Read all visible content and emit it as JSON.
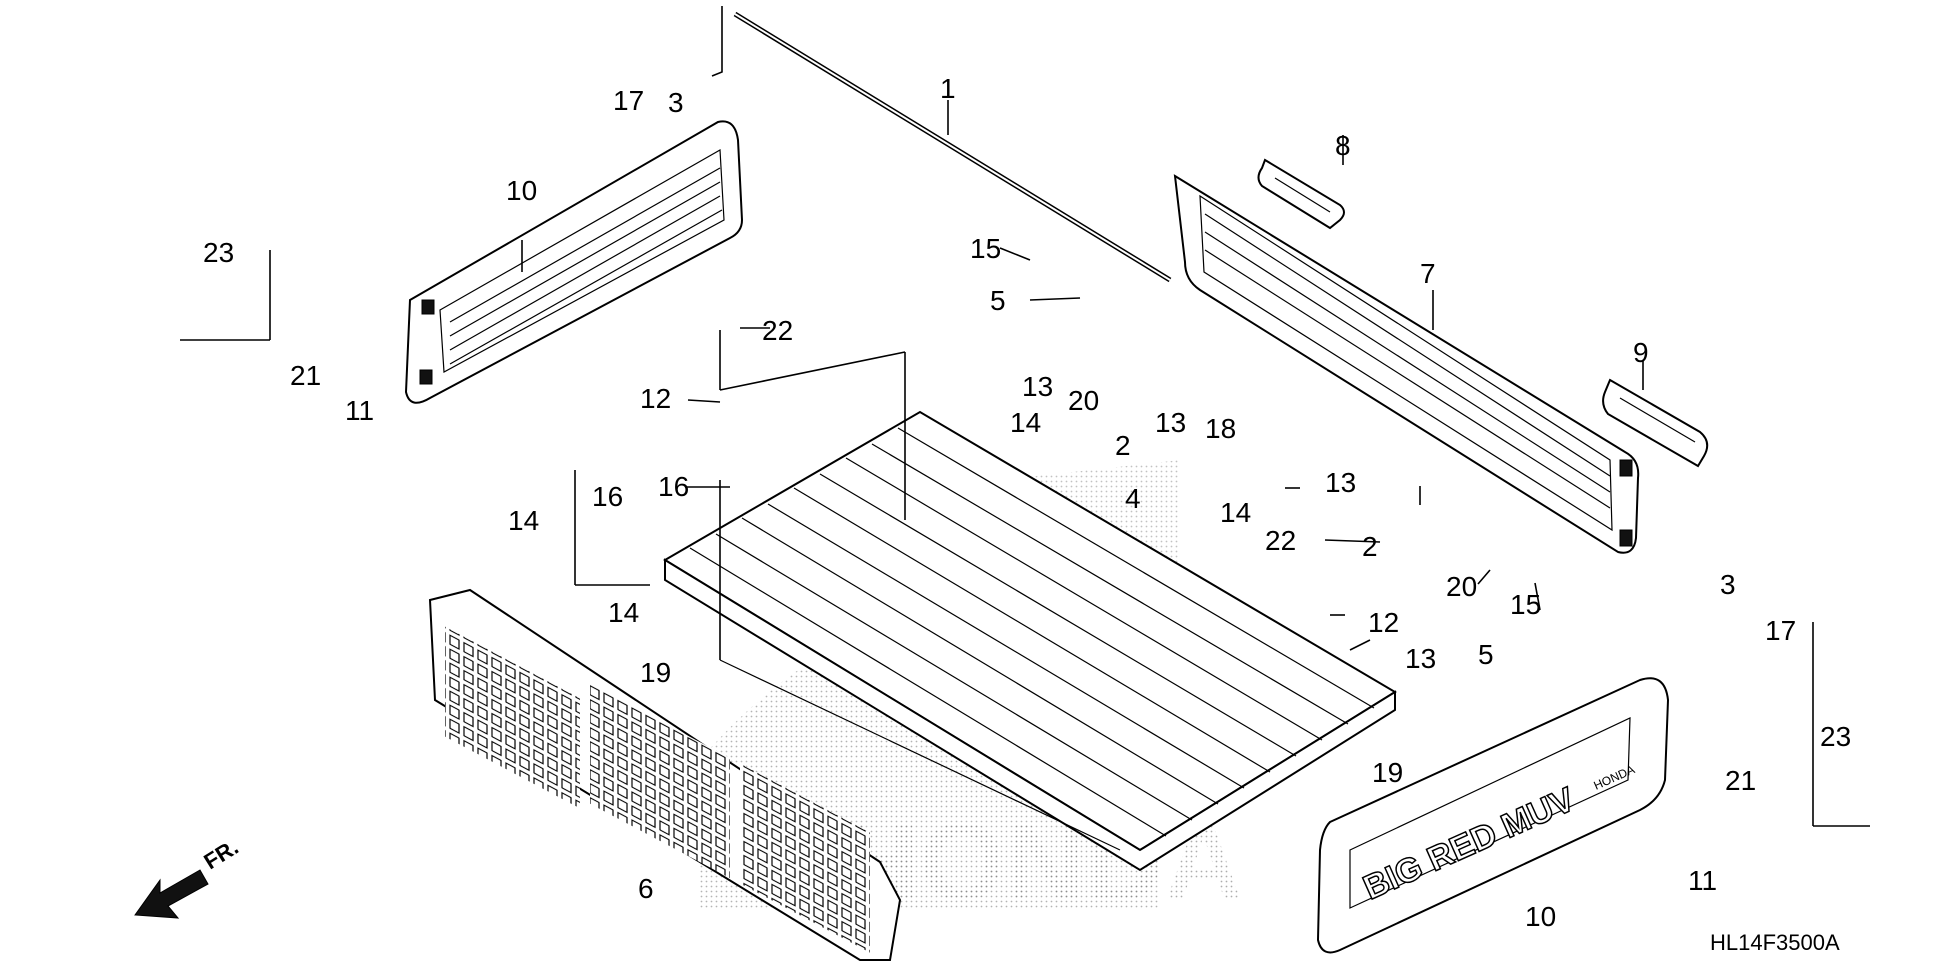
{
  "diagram": {
    "code": "HL14F3500A",
    "direction_label": "FR.",
    "watermark": "HONDA",
    "tailgate_emblem": "BIG RED MUV",
    "tailgate_brand": "HONDA",
    "callouts": {
      "c1": "1",
      "c2a": "2",
      "c2b": "2",
      "c3a": "3",
      "c3b": "3",
      "c4": "4",
      "c5a": "5",
      "c5b": "5",
      "c6": "6",
      "c7": "7",
      "c8": "8",
      "c9": "9",
      "c10a": "10",
      "c10b": "10",
      "c11a": "11",
      "c11b": "11",
      "c12a": "12",
      "c12b": "12",
      "c13a": "13",
      "c13b": "13",
      "c13c": "13",
      "c13d": "13",
      "c14a": "14",
      "c14b": "14",
      "c14c": "14",
      "c14d": "14",
      "c15a": "15",
      "c15b": "15",
      "c16": "16",
      "c17a": "17",
      "c17b": "17",
      "c18": "18",
      "c19a": "19",
      "c19b": "19",
      "c20a": "20",
      "c20b": "20",
      "c21a": "21",
      "c21b": "21",
      "c22a": "22",
      "c22b": "22",
      "c23a": "23",
      "c23b": "23"
    }
  }
}
